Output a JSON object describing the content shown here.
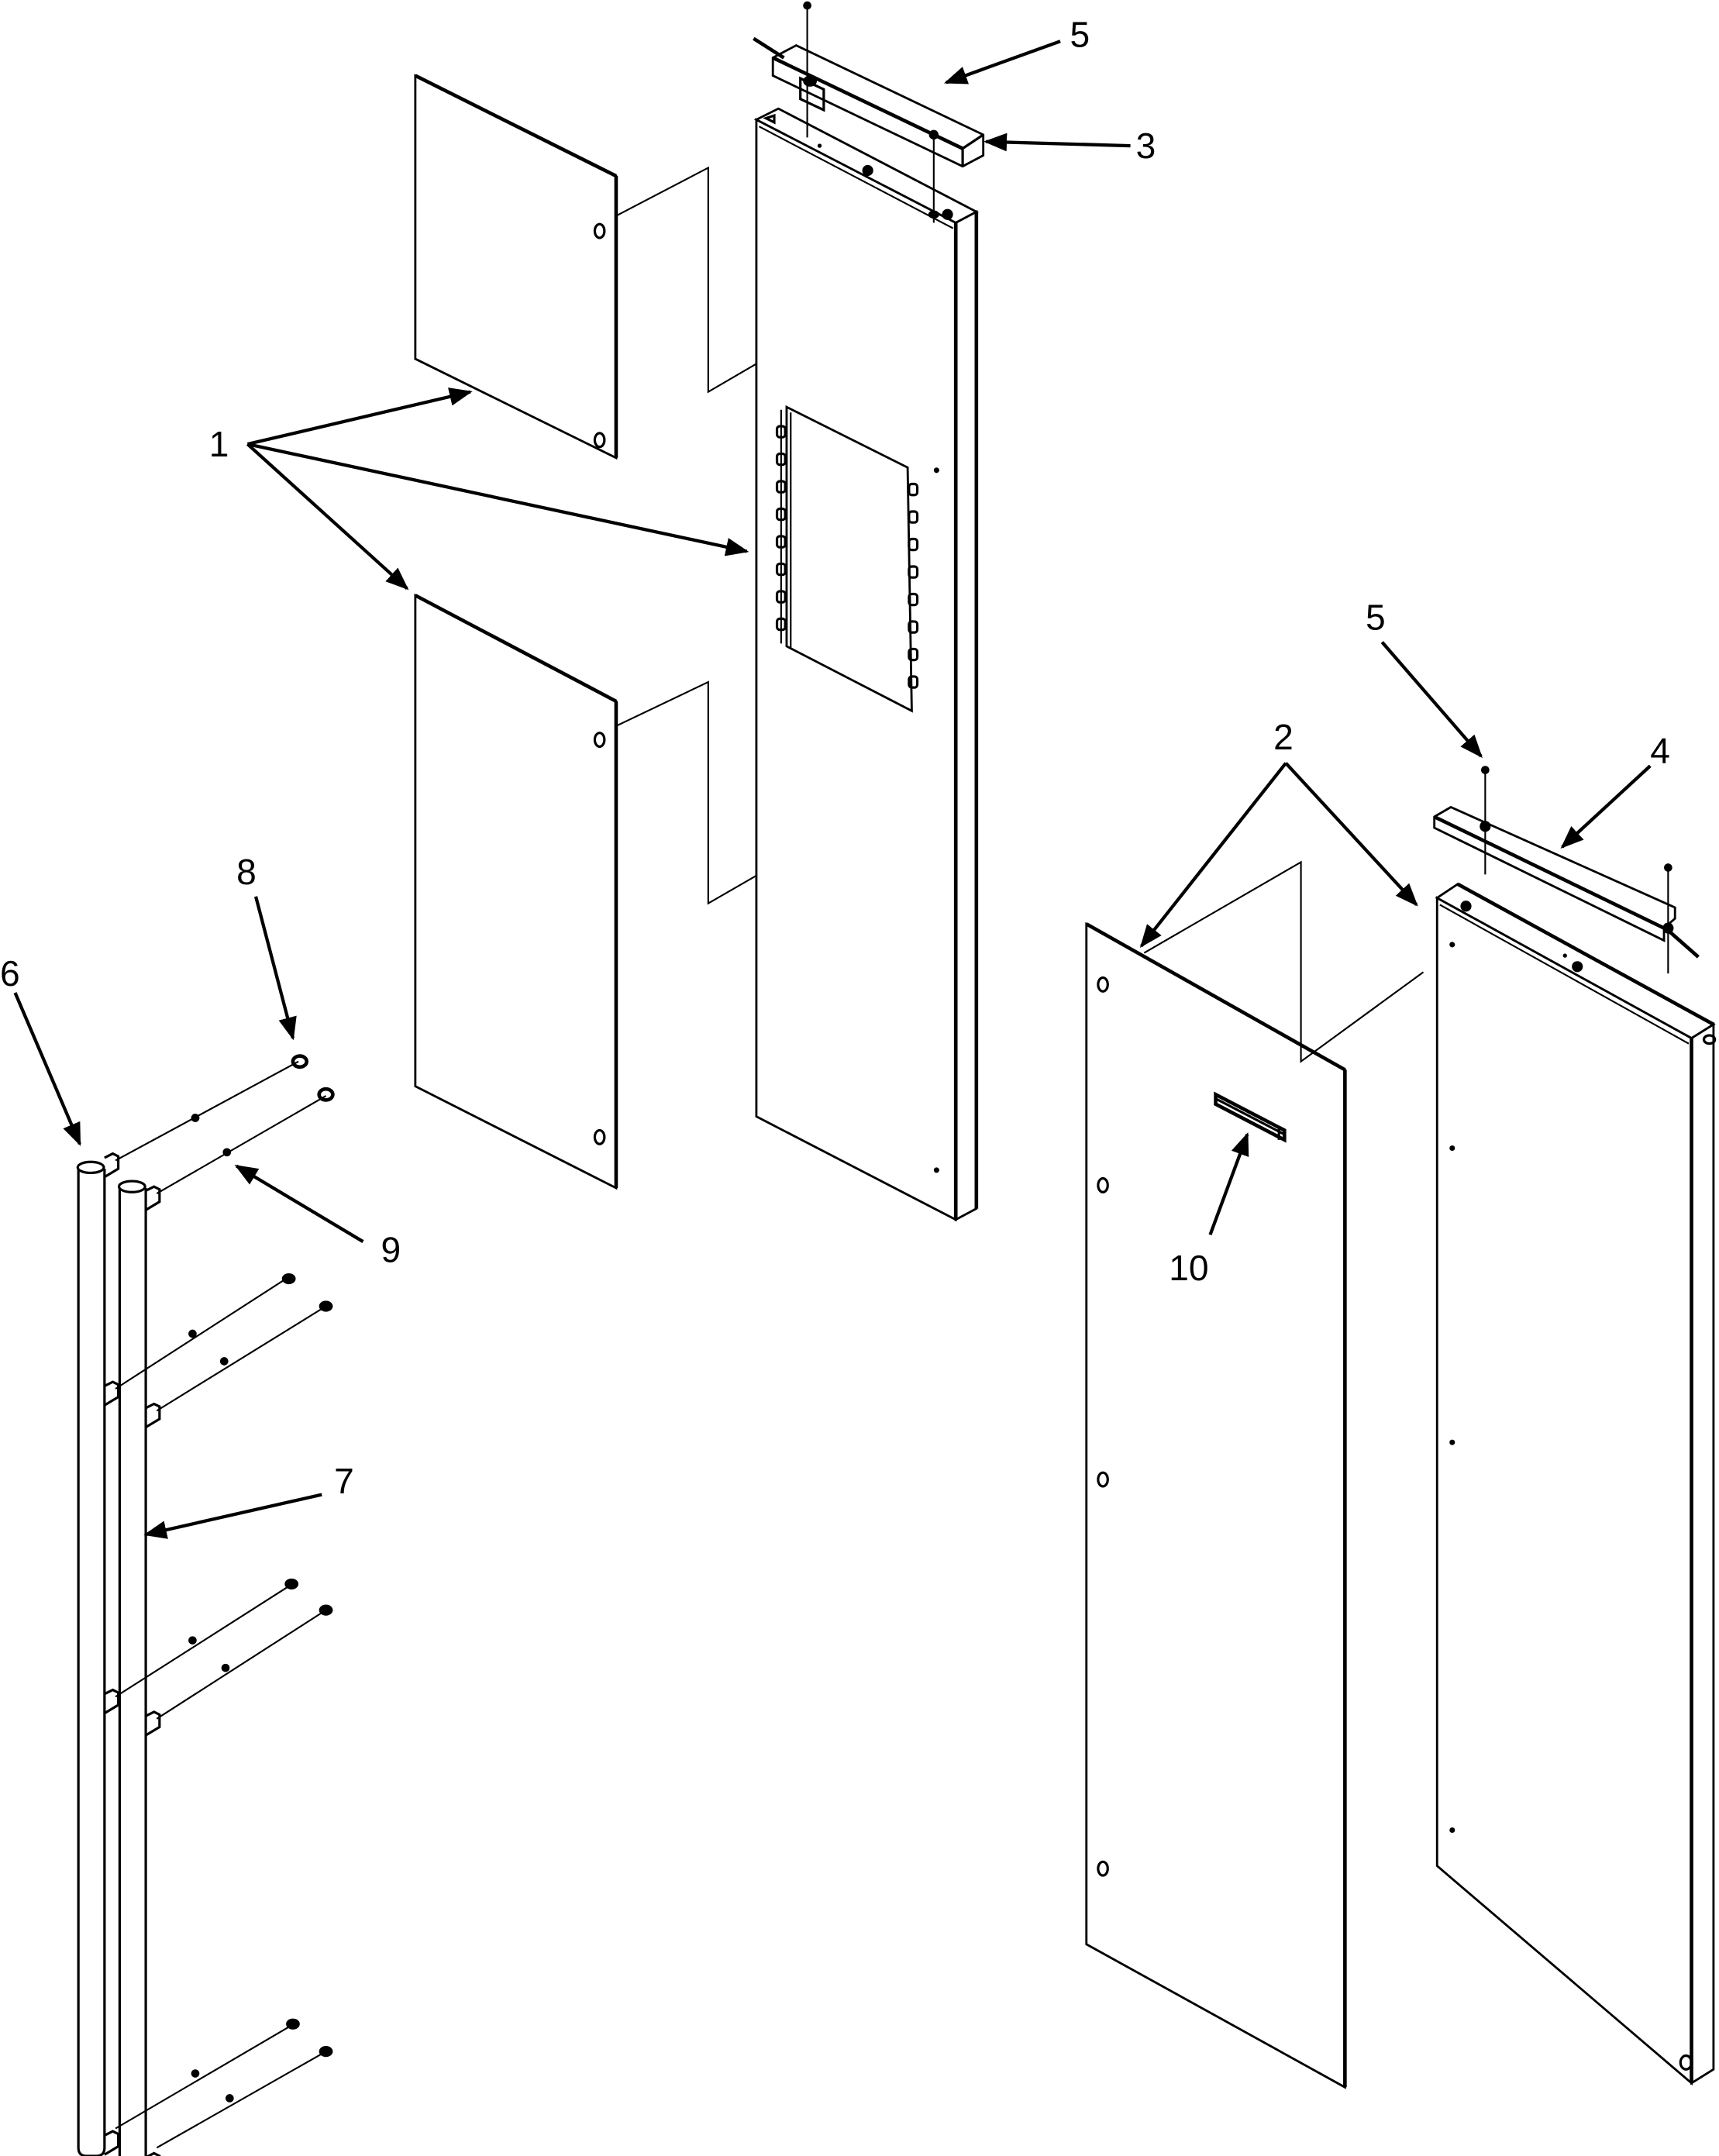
{
  "diagram": {
    "type": "exploded-parts-view",
    "callouts": [
      {
        "id": "callout-1",
        "label": "1",
        "targets": [
          "upper-door-panel",
          "door-window-frame",
          "lower-door-panel"
        ]
      },
      {
        "id": "callout-2",
        "label": "2",
        "targets": [
          "right-door-outer-panel",
          "right-door-liner"
        ]
      },
      {
        "id": "callout-3",
        "label": "3",
        "targets": [
          "left-door-top-cap"
        ]
      },
      {
        "id": "callout-4",
        "label": "4",
        "targets": [
          "right-door-top-cap"
        ]
      },
      {
        "id": "callout-5a",
        "label": "5",
        "targets": [
          "left-top-cap-screw"
        ]
      },
      {
        "id": "callout-5b",
        "label": "5",
        "targets": [
          "right-top-cap-screw"
        ]
      },
      {
        "id": "callout-6",
        "label": "6",
        "targets": [
          "left-handle"
        ]
      },
      {
        "id": "callout-7",
        "label": "7",
        "targets": [
          "right-handle"
        ]
      },
      {
        "id": "callout-8",
        "label": "8",
        "targets": [
          "handle-end-cap-screw"
        ]
      },
      {
        "id": "callout-9",
        "label": "9",
        "targets": [
          "handle-mount-stud"
        ]
      },
      {
        "id": "callout-10",
        "label": "10",
        "targets": [
          "door-badge"
        ]
      }
    ]
  }
}
